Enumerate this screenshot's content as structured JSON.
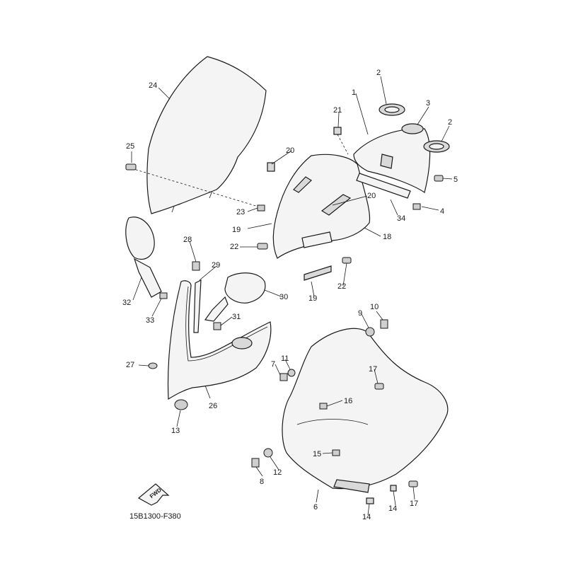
{
  "diagram": {
    "catalog_code": "15B1300-F380",
    "direction_label": "FWD",
    "callouts": [
      {
        "id": "c1",
        "text": "1"
      },
      {
        "id": "c2a",
        "text": "2"
      },
      {
        "id": "c2b",
        "text": "2"
      },
      {
        "id": "c3",
        "text": "3"
      },
      {
        "id": "c4",
        "text": "4"
      },
      {
        "id": "c5",
        "text": "5"
      },
      {
        "id": "c6",
        "text": "6"
      },
      {
        "id": "c7",
        "text": "7"
      },
      {
        "id": "c8",
        "text": "8"
      },
      {
        "id": "c9",
        "text": "9"
      },
      {
        "id": "c10",
        "text": "10"
      },
      {
        "id": "c11",
        "text": "11"
      },
      {
        "id": "c12",
        "text": "12"
      },
      {
        "id": "c13",
        "text": "13"
      },
      {
        "id": "c14a",
        "text": "14"
      },
      {
        "id": "c14b",
        "text": "14"
      },
      {
        "id": "c15",
        "text": "15"
      },
      {
        "id": "c16",
        "text": "16"
      },
      {
        "id": "c17a",
        "text": "17"
      },
      {
        "id": "c17b",
        "text": "17"
      },
      {
        "id": "c18",
        "text": "18"
      },
      {
        "id": "c19a",
        "text": "19"
      },
      {
        "id": "c19b",
        "text": "19"
      },
      {
        "id": "c20a",
        "text": "20"
      },
      {
        "id": "c20b",
        "text": "20"
      },
      {
        "id": "c21",
        "text": "21"
      },
      {
        "id": "c22a",
        "text": "22"
      },
      {
        "id": "c22b",
        "text": "22"
      },
      {
        "id": "c23",
        "text": "23"
      },
      {
        "id": "c24",
        "text": "24"
      },
      {
        "id": "c25",
        "text": "25"
      },
      {
        "id": "c26",
        "text": "26"
      },
      {
        "id": "c27",
        "text": "27"
      },
      {
        "id": "c28",
        "text": "28"
      },
      {
        "id": "c29",
        "text": "29"
      },
      {
        "id": "c30",
        "text": "30"
      },
      {
        "id": "c31",
        "text": "31"
      },
      {
        "id": "c32",
        "text": "32"
      },
      {
        "id": "c33",
        "text": "33"
      },
      {
        "id": "c34",
        "text": "34"
      }
    ]
  }
}
